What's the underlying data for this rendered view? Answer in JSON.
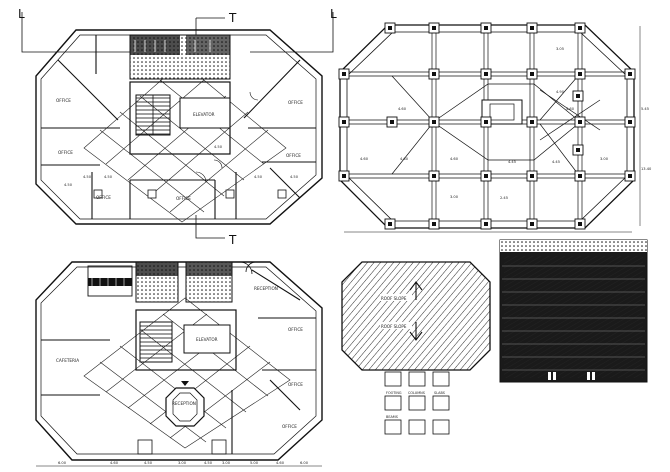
{
  "section_marks": {
    "left": "L",
    "top": "T",
    "bottom": "T"
  },
  "plan_upper": {
    "rooms": {
      "office_nw": "OFFICE",
      "office_w": "OFFICE",
      "office_e": "OFFICE",
      "office_se": "OFFICE",
      "office_s": "OFFICE",
      "office_sw": "OFFICE",
      "elevator": "ELEVATOR"
    },
    "dims": [
      "4.50",
      "4.50",
      "4.50",
      "4.50",
      "4.50",
      "4.50"
    ]
  },
  "structure_plan": {
    "dims": [
      "4.60",
      "4.60",
      "4.60",
      "4.45",
      "4.45",
      "3.00",
      "3.00",
      "2.45",
      "4.60",
      "4.60",
      "3.05",
      "4.90",
      "5.45",
      "13.40"
    ]
  },
  "plan_lower": {
    "rooms": {
      "reception": "RECEPTION",
      "cafeteria": "CAFETERIA",
      "office_e": "OFFICE",
      "office_e2": "OFFICE",
      "office_se": "OFFICE",
      "elevator": "ELEVATOR",
      "reception_c": "RECEPTION"
    },
    "dims": [
      "6.00",
      "4.60",
      "4.50",
      "3.00",
      "4.50",
      "3.00",
      "5.00",
      "4.60",
      "6.00"
    ]
  },
  "roof": {
    "labels": [
      "ROOF SLOPE",
      "ROOF SLOPE"
    ]
  },
  "legend": {
    "labels": [
      "FOOTING",
      "COLUMNS",
      "SLABS",
      "BEAMS"
    ]
  },
  "colors": {
    "line": "#111111",
    "paper": "#ffffff",
    "fill_dark": "#1a1a1a"
  }
}
